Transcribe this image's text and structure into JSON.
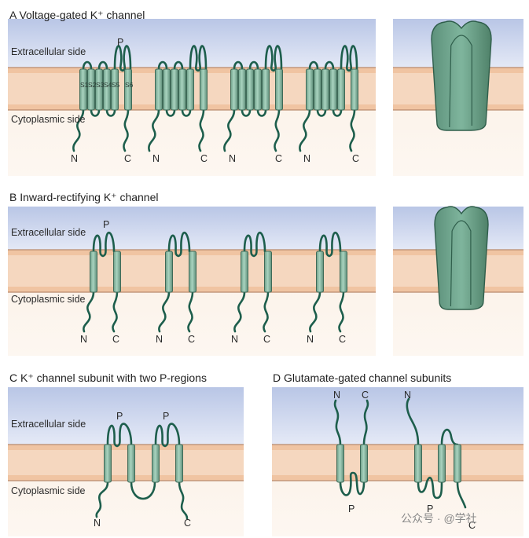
{
  "panels": {
    "a": {
      "title": "A  Voltage-gated K⁺ channel",
      "extracellular": "Extracellular side",
      "cytoplasmic": "Cytoplasmic side",
      "p": "P",
      "segments": [
        "S1",
        "S2",
        "S3",
        "S4",
        "S5",
        "S6"
      ]
    },
    "b": {
      "title": "B  Inward-rectifying K⁺ channel",
      "extracellular": "Extracellular side",
      "cytoplasmic": "Cytoplasmic side",
      "p": "P"
    },
    "c": {
      "title": "C  K⁺ channel subunit with two P-regions",
      "extracellular": "Extracellular side",
      "cytoplasmic": "Cytoplasmic side",
      "p1": "P",
      "p2": "P",
      "n": "N",
      "c": "C"
    },
    "d": {
      "title": "D  Glutamate-gated channel subunits",
      "p1": "P",
      "p2": "P"
    }
  },
  "terminals": {
    "n": "N",
    "c": "C"
  },
  "watermark": "公众号 · @学社",
  "colors": {
    "membrane": "#f6d9c2",
    "membrane_edge": "#b9856a",
    "extracellular": "#c8d3ec",
    "helix": "#93c2ac",
    "helix_edge": "#3f6a58",
    "strand": "#1d5e4c",
    "channel": "#6aa08a"
  }
}
